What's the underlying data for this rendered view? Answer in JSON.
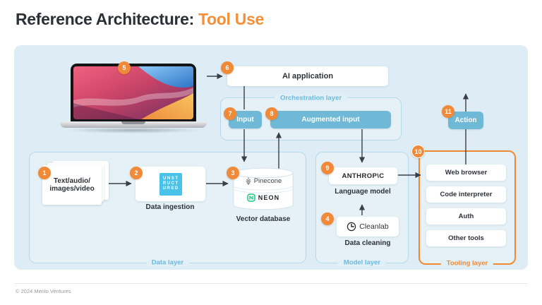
{
  "title": {
    "prefix": "Reference Architecture:",
    "highlight": "Tool Use"
  },
  "footer": {
    "copyright": "© 2024 Menlo Ventures"
  },
  "colors": {
    "accent_orange": "#F08A38",
    "teal_button": "#6FB9D6",
    "panel_blue": "#DEEDF5",
    "layer_label_blue": "#68BADC",
    "unstructured_cyan": "#49C2EA",
    "neon_green": "#1BC981"
  },
  "layers": {
    "orchestration": "Orchestration layer",
    "data": "Data layer",
    "model": "Model layer",
    "tooling": "Tooling layer"
  },
  "nodes": {
    "laptop": {
      "badge": "5"
    },
    "ai_application": {
      "badge": "6",
      "label": "AI application"
    },
    "input": {
      "badge": "7",
      "label": "Input"
    },
    "augmented_input": {
      "badge": "8",
      "label": "Augmented input"
    },
    "action": {
      "badge": "11",
      "label": "Action"
    },
    "source_files": {
      "badge": "1",
      "label_line1": "Text/audio/",
      "label_line2": "images/video"
    },
    "data_ingestion": {
      "badge": "2",
      "label": "Data ingestion",
      "logo_row1": "UNST",
      "logo_row2": "RUCT",
      "logo_row3": "URED"
    },
    "vector_database": {
      "badge": "3",
      "label": "Vector database",
      "vendor_pinecone": "Pinecone",
      "vendor_neon": "NEON"
    },
    "language_model": {
      "badge": "9",
      "logo": "ANTHROP\\C",
      "label": "Language model"
    },
    "data_cleaning": {
      "badge": "4",
      "logo": "Cleanlab",
      "label": "Data cleaning"
    },
    "tooling": {
      "badge": "10",
      "tools": [
        "Web browser",
        "Code interpreter",
        "Auth",
        "Other tools"
      ]
    }
  }
}
